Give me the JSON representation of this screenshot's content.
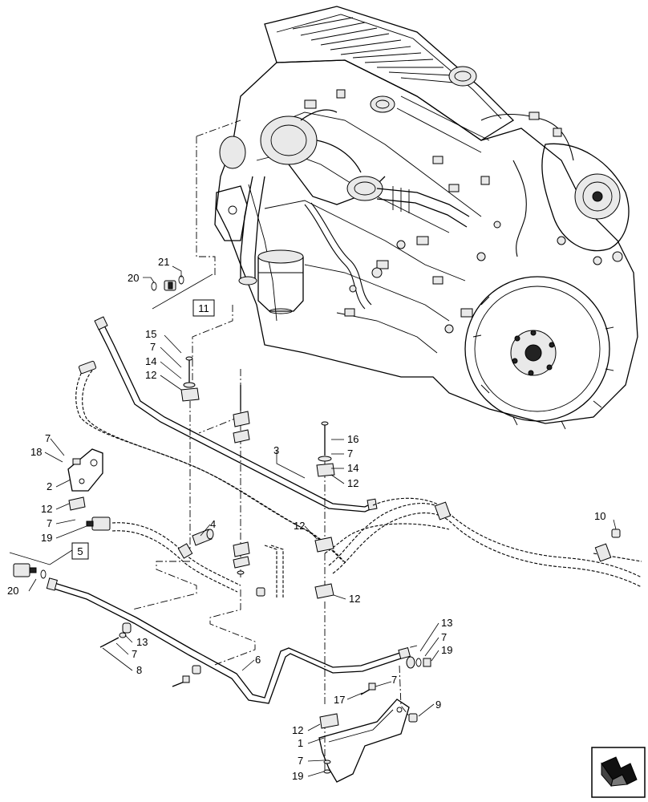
{
  "callouts": {
    "c1": "1",
    "c2": "2",
    "c3": "3",
    "c4": "4",
    "c5": "5",
    "c6": "6",
    "c7a": "7",
    "c7b": "7",
    "c7c": "7",
    "c7d": "7",
    "c7e": "7",
    "c7f": "7",
    "c7g": "7",
    "c7h": "7",
    "c8": "8",
    "c9": "9",
    "c10": "10",
    "c11": "11",
    "c12a": "12",
    "c12b": "12",
    "c12c": "12",
    "c12d": "12",
    "c12e": "12",
    "c12f": "12",
    "c13a": "13",
    "c13b": "13",
    "c14a": "14",
    "c14b": "14",
    "c15": "15",
    "c16": "16",
    "c17": "17",
    "c18": "18",
    "c19a": "19",
    "c19b": "19",
    "c19c": "19",
    "c20a": "20",
    "c20b": "20",
    "c21": "21"
  },
  "icons": {
    "nav": "arrow-navigation-icon"
  }
}
